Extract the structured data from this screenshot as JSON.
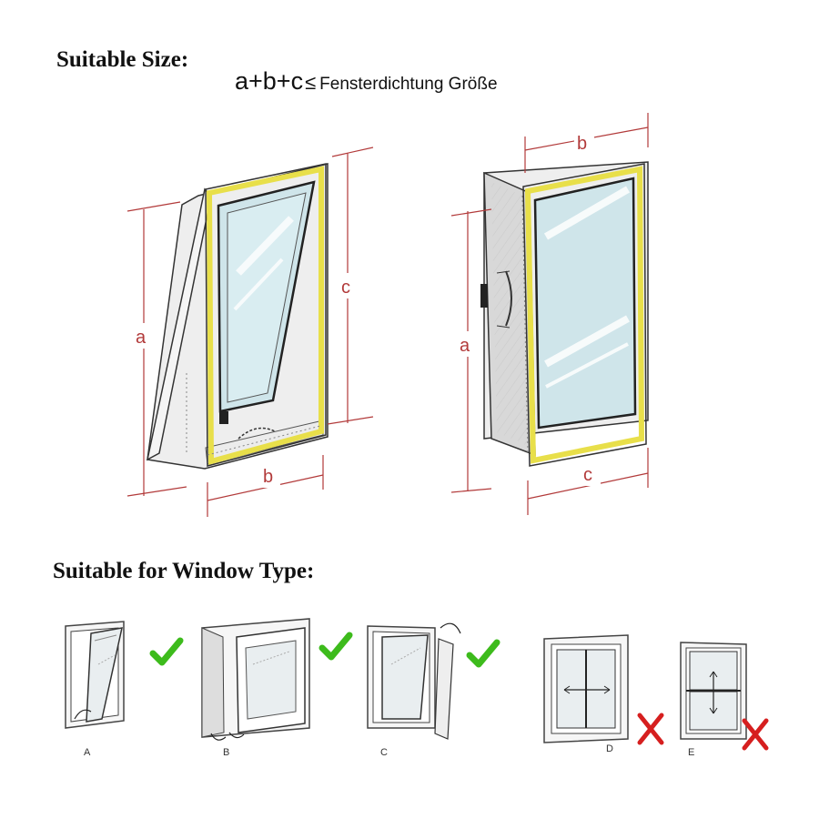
{
  "heading_size": "Suitable Size:",
  "formula": {
    "expr": "a+b+c",
    "le": "≤",
    "text": "Fensterdichtung  Größe"
  },
  "heading_window_type": "Suitable for Window Type:",
  "dimension_labels": {
    "left_a": "a",
    "left_b": "b",
    "left_c": "c",
    "right_a": "a",
    "right_b": "b",
    "right_c": "c"
  },
  "window_types": [
    {
      "letter": "A",
      "suitable": true
    },
    {
      "letter": "B",
      "suitable": true
    },
    {
      "letter": "C",
      "suitable": true
    },
    {
      "letter": "D",
      "suitable": false
    },
    {
      "letter": "E",
      "suitable": false
    }
  ],
  "colors": {
    "seal": "#e8df4a",
    "dimension": "#b23a3a",
    "check": "#3dbb1c",
    "cross": "#d61f1f",
    "glass": "#cfe5ea"
  },
  "icons": {
    "check": "check-icon",
    "cross": "cross-icon"
  }
}
